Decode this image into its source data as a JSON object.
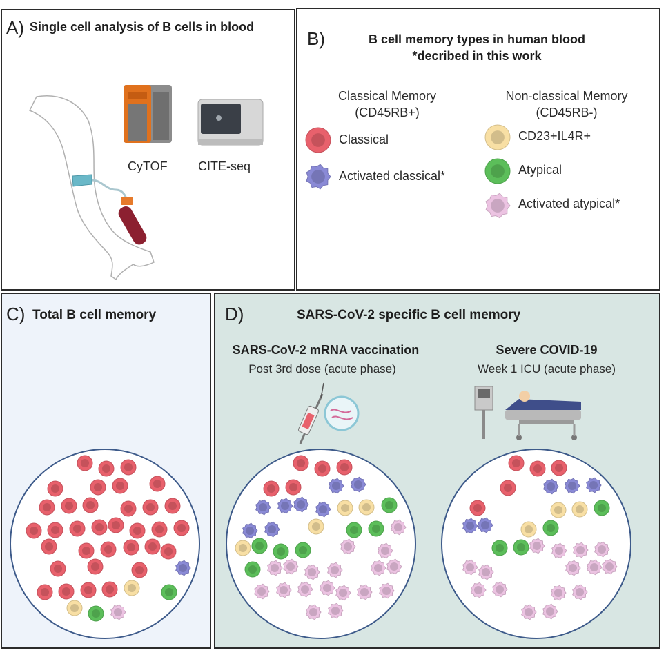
{
  "panel_a": {
    "letter": "A)",
    "title": "Single cell analysis of B cells in blood",
    "instrument_1": "CyTOF",
    "instrument_2": "CITE-seq"
  },
  "panel_b": {
    "letter": "B)",
    "title_line1": "B cell memory types in human blood",
    "title_line2": "*decribed in this work",
    "classical_group_line1": "Classical Memory",
    "classical_group_line2": "(CD45RB+)",
    "nonclassical_group_line1": "Non-classical Memory",
    "nonclassical_group_line2": "(CD45RB-)",
    "cell_types": [
      {
        "label": "Classical",
        "color": "#e8616c"
      },
      {
        "label": "Activated classical*",
        "color": "#8a8ad6"
      },
      {
        "label": "CD23+IL4R+",
        "color": "#f8dfa4"
      },
      {
        "label": "Atypical",
        "color": "#5cbe5a"
      },
      {
        "label": "Activated atypical*",
        "color": "#ecc3e2"
      }
    ]
  },
  "panel_c": {
    "letter": "C)",
    "title": "Total B cell memory"
  },
  "panel_d": {
    "letter": "D)",
    "title": "SARS-CoV-2 specific B cell memory",
    "left_heading": "SARS-CoV-2 mRNA vaccination",
    "left_sub": "Post 3rd dose (acute phase)",
    "right_heading": "Severe COVID-19",
    "right_sub": "Week 1 ICU (acute phase)"
  },
  "circle_composition": {
    "total_memory": {
      "classical": 34,
      "activated_classical": 1,
      "cd23_il4r": 2,
      "atypical": 2,
      "activated_atypical": 1
    },
    "vaccination": {
      "classical": 5,
      "activated_classical": 8,
      "cd23_il4r": 4,
      "atypical": 7,
      "activated_atypical": 18
    },
    "severe_covid": {
      "classical": 5,
      "activated_classical": 5,
      "cd23_il4r": 3,
      "atypical": 4,
      "activated_atypical": 15
    }
  }
}
